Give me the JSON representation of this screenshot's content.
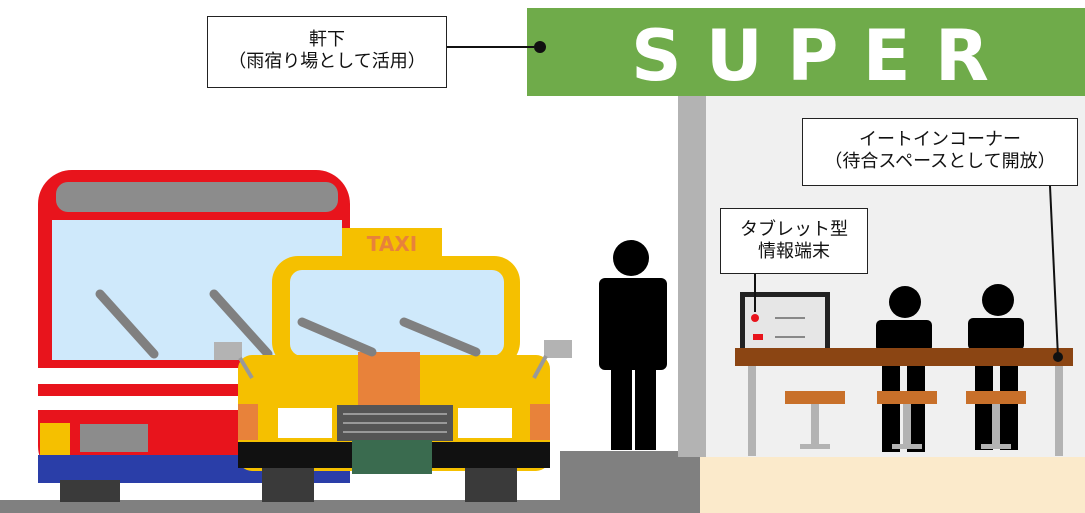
{
  "store_sign": {
    "text": "S U P E R",
    "color": "#6fab4a"
  },
  "taxi_sign": "TAXI",
  "callouts": {
    "eaves": {
      "line1": "軒下",
      "line2": "（雨宿り場として活用）"
    },
    "eat_in": {
      "line1": "イートインコーナー",
      "line2": "（待合スペースとして開放）"
    },
    "tablet": {
      "line1": "タブレット型",
      "line2": "情報端末"
    }
  },
  "colors": {
    "bus_red": "#e8141c",
    "taxi_yellow": "#f5c000",
    "taxi_orange": "#e8823a",
    "road": "#808080",
    "store_floor": "#fbeacb",
    "counter": "#8b4513",
    "stool": "#c8702a",
    "person": "#000000"
  }
}
